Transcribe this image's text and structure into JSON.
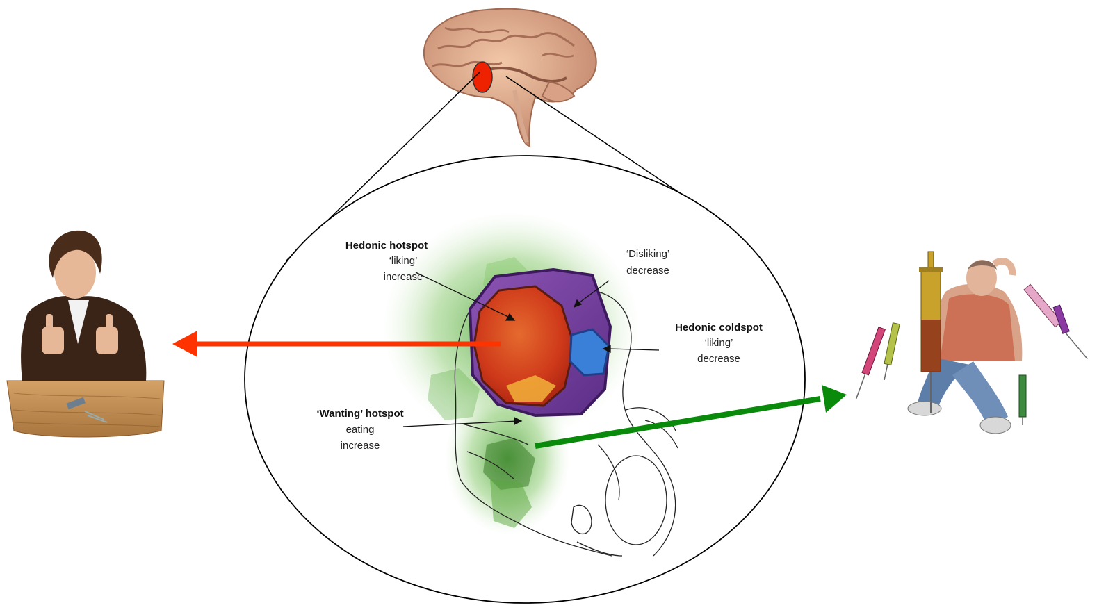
{
  "labels": {
    "hotspot_title": "Hedonic hotspot",
    "hotspot_sub1": "‘liking’",
    "hotspot_sub2": "increase",
    "disliking_title": "‘Disliking’",
    "disliking_sub": "decrease",
    "coldspot_title": "Hedonic coldspot",
    "coldspot_sub1": "‘liking’",
    "coldspot_sub2": "decrease",
    "wanting_title": "‘Wanting’ hotspot",
    "wanting_sub1": "eating",
    "wanting_sub2": "increase"
  },
  "colors": {
    "red_arrow": "#ff3300",
    "green_arrow": "#0a8a0a",
    "brain_marker": "#ee2200",
    "hotspot": "#d8401c",
    "disliking_region": "#7b3fa0",
    "coldspot": "#3a7fd8",
    "wanting_region": "#4caf3a"
  },
  "icons": {
    "liking_person": "thumbs-up-person-icon",
    "addict_person": "addict-with-syringes-icon",
    "brain": "brain-sagittal-icon"
  }
}
